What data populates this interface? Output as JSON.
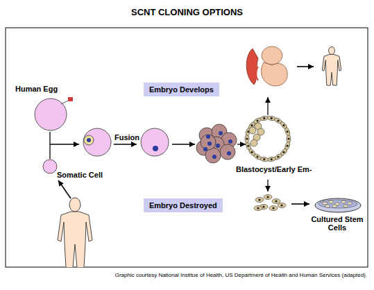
{
  "diagram": {
    "title": "SCNT CLONING OPTIONS",
    "caption": "Graphic courtesy National Institue of Health, US Department of Health and Human Services (adapted).",
    "nodes": [
      {
        "text": [
          "Embryo Develops"
        ]
      },
      {
        "text": [
          "Embryo Destroyed"
        ]
      }
    ],
    "labels": [
      "Human Egg",
      "Somatic Cell",
      "Fusion",
      "Blastocyst/Early Em-",
      "Cultured Stem Cells"
    ]
  }
}
